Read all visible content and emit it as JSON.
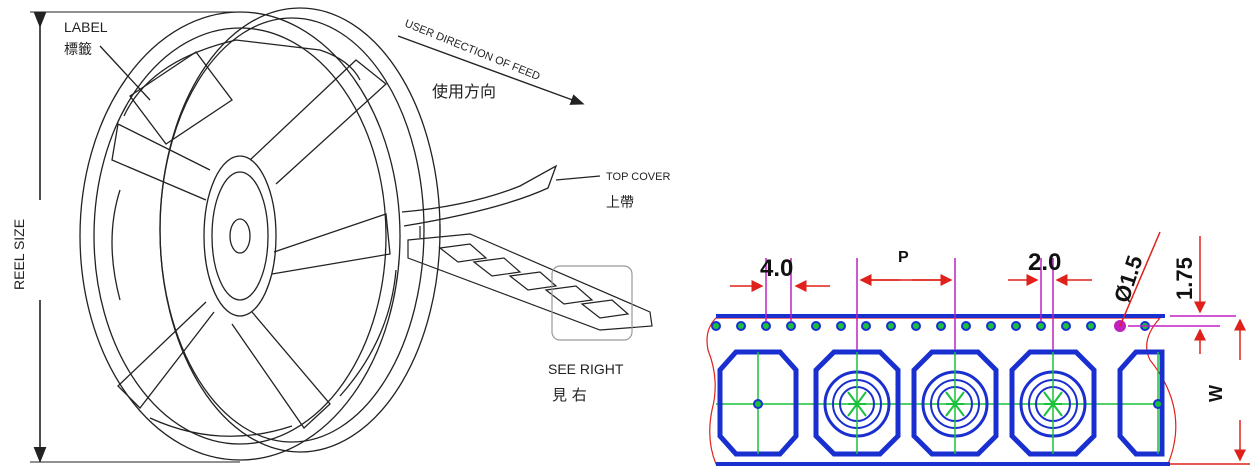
{
  "reel": {
    "label_en": "LABEL",
    "label_cn": "標籤",
    "direction_en": "USER DIRECTION OF FEED",
    "direction_cn": "使用方向",
    "top_cover_en": "TOP COVER",
    "top_cover_cn": "上帶",
    "see_right_en": "SEE RIGHT",
    "see_right_cn": "見 右",
    "reel_size": "REEL SIZE"
  },
  "tape": {
    "dim_sprocket_pitch": "4.0",
    "dim_pocket_pitch": "P",
    "dim_hole_to_pocket": "2.0",
    "dim_hole_diameter": "Ø1.5",
    "dim_edge_to_hole": "1.75",
    "dim_width": "W"
  },
  "colors": {
    "line": "#222222",
    "tape_blue": "#1a2fd0",
    "dim_red": "#e0201a",
    "center_green": "#19c23a",
    "highlight_magenta": "#c020c0"
  }
}
